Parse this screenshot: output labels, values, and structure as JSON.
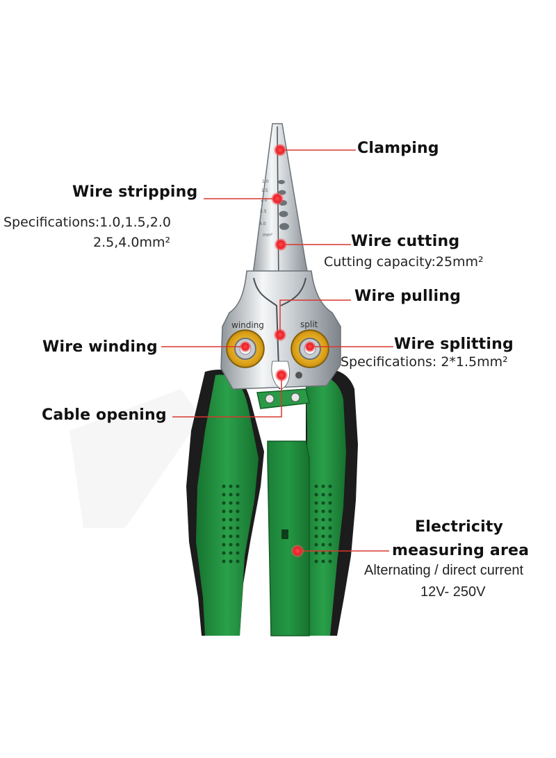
{
  "labels": {
    "clamping": "Clamping",
    "wire_stripping": "Wire stripping",
    "wire_stripping_spec_1": "Specifications:1.0,1.5,2.0",
    "wire_stripping_spec_2": "2.5,4.0mm²",
    "wire_cutting": "Wire cutting",
    "wire_cutting_spec": "Cutting capacity:25mm²",
    "wire_pulling": "Wire pulling",
    "wire_winding": "Wire winding",
    "wire_splitting": "Wire splitting",
    "wire_splitting_spec": "Specifications: 2*1.5mm²",
    "cable_opening": "Cable opening",
    "electricity_1": "Electricity",
    "electricity_2": "measuring area",
    "electricity_spec_1": "Alternating / direct current",
    "electricity_spec_2": "12V- 250V"
  },
  "tool": {
    "hole_left_label": "winding",
    "hole_right_label": "split",
    "gauge_marks": [
      "1.0",
      "1.5",
      "2.0",
      "2.5",
      "4.0",
      "mm²"
    ]
  },
  "colors": {
    "handle_green": "#1f8a3c",
    "handle_black": "#1c1c1c",
    "steel": "#d9dde0",
    "ring_gold": "#e2a81e",
    "marker_red": "#e8202a",
    "leader_red": "#d9372f"
  }
}
